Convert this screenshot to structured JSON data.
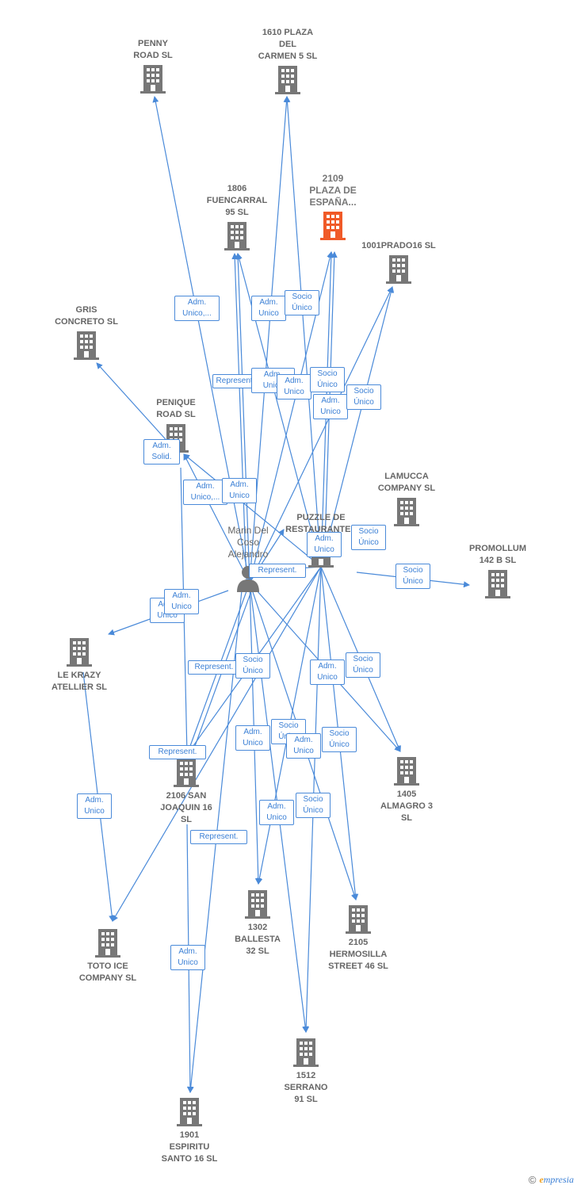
{
  "colors": {
    "edge": "#4a8ad9",
    "building": "#777777",
    "building_highlight": "#f05a28",
    "text": "#666666"
  },
  "person": {
    "label": "Marin Del\nCoso\nAlejandro",
    "icon": "person-icon"
  },
  "nodes": {
    "penny": {
      "label": "PENNY\nROAD  SL"
    },
    "plaza1610": {
      "label": "1610 PLAZA\nDEL\nCARMEN 5  SL"
    },
    "fuencarral": {
      "label": "1806\nFUENCARRAL\n95  SL"
    },
    "espana": {
      "label": "2109\nPLAZA DE\nESPAÑA..."
    },
    "prado": {
      "label": "1001PRADO16 SL"
    },
    "gris": {
      "label": "GRIS\nCONCRETO  SL"
    },
    "penique": {
      "label": "PENIQUE\nROAD SL"
    },
    "lamucca": {
      "label": "LAMUCCA\nCOMPANY SL"
    },
    "puzzle": {
      "label": "PUZZLE DE\nRESTAURANTES"
    },
    "promollum": {
      "label": "PROMOLLUM\n142 B SL"
    },
    "lekrazy": {
      "label": "LE KRAZY\nATELLIER  SL"
    },
    "joaquin": {
      "label": "2106 SAN\nJOAQUIN 16\nSL"
    },
    "almagro": {
      "label": "1405\nALMAGRO 3\nSL"
    },
    "toto": {
      "label": "TOTO ICE\nCOMPANY  SL"
    },
    "ballesta": {
      "label": "1302\nBALLESTA\n32 SL"
    },
    "hermosilla": {
      "label": "2105\nHERMOSILLA\nSTREET 46  SL"
    },
    "serrano": {
      "label": "1512\nSERRANO\n91  SL"
    },
    "espiritu": {
      "label": "1901\nESPIRITU\nSANTO 16  SL"
    }
  },
  "edge_labels": {
    "l01": "Adm.\nUnico,...",
    "l02": "Adm.\nUnico",
    "l03": "Socio\nÚnico",
    "l04": "Represent.",
    "l05": "Adm.\nUnico",
    "l06": "Adm.\nUnico",
    "l07": "Socio\nÚnico",
    "l08": "Adm.\nUnico",
    "l09": "Socio\nÚnico",
    "l10": "Adm.\nSolid.",
    "l11": "Adm.\nUnico,...",
    "l12": "Adm.\nUnico",
    "l13": "Adm.\nUnico",
    "l14": "Socio\nÚnico",
    "l15": "Represent.",
    "l16": "Socio\nÚnico",
    "l17": "Adm.\nUnico",
    "l18": "Adm.\nUnico",
    "l19": "Represent.",
    "l20": "Socio\nÚnico",
    "l21": "Adm.\nUnico",
    "l22": "Socio\nÚnico",
    "l23": "Adm.\nUnico",
    "l24": "Socio\nÚnico",
    "l25": "Adm.\nUnico",
    "l26": "Socio\nÚnico",
    "l27": "Represent.",
    "l28": "Adm.\nUnico",
    "l29": "Adm.\nUnico",
    "l30": "Socio\nÚnico",
    "l31": "Represent.",
    "l32": "Adm.\nUnico"
  },
  "footer": {
    "copyright": "©",
    "brand_initial": "e",
    "brand_rest": "mpresia"
  }
}
